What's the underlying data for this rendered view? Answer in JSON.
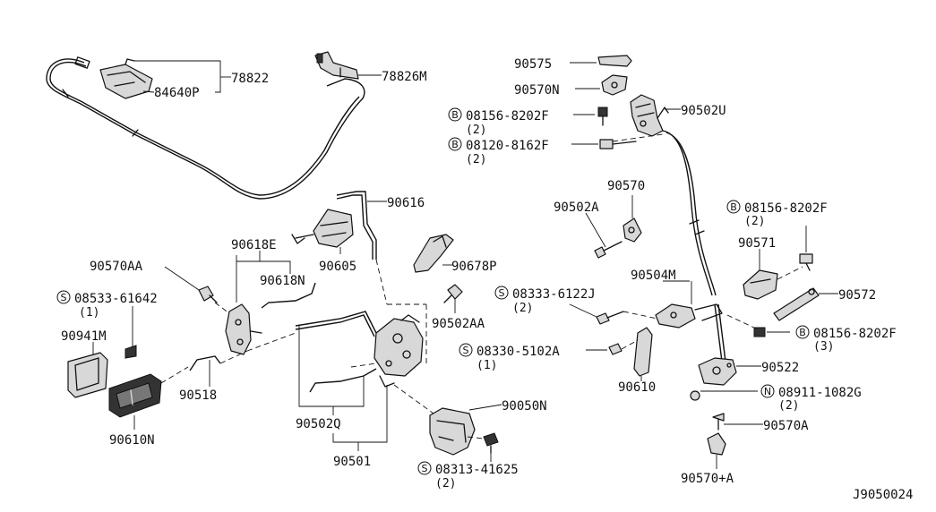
{
  "callouts": {
    "p78822": "78822",
    "p84640P": "84640P",
    "p78826M": "78826M",
    "p90575": "90575",
    "p90570N": "90570N",
    "p90502U": "90502U",
    "b08156_8202F_a": "08156-8202F",
    "b08156_8202F_a_qty": "(2)",
    "b08120_8162F": "08120-8162F",
    "b08120_8162F_qty": "(2)",
    "p90616": "90616",
    "p90570": "90570",
    "p90502A": "90502A",
    "b08156_8202F_b": "08156-8202F",
    "b08156_8202F_b_qty": "(2)",
    "p90618E": "90618E",
    "p90605": "90605",
    "p90678P": "90678P",
    "p90571": "90571",
    "p90570AA": "90570AA",
    "p90618N": "90618N",
    "p90504M": "90504M",
    "p90572": "90572",
    "s08533_61642": "08533-61642",
    "s08533_61642_qty": "(1)",
    "s08333_6122J": "08333-6122J",
    "s08333_6122J_qty": "(2)",
    "p90502AA": "90502AA",
    "b08156_8202F_c": "08156-8202F",
    "b08156_8202F_c_qty": "(3)",
    "p90941M": "90941M",
    "s08330_5102A": "08330-5102A",
    "s08330_5102A_qty": "(1)",
    "p90522": "90522",
    "p90610": "90610",
    "n08911_1082G": "08911-1082G",
    "n08911_1082G_qty": "(2)",
    "p90518": "90518",
    "p90050N": "90050N",
    "p90610N": "90610N",
    "p90502Q": "90502Q",
    "p90570A": "90570A",
    "p90501": "90501",
    "s08313_41625": "08313-41625",
    "s08313_41625_qty": "(2)",
    "p90570pA": "90570+A"
  },
  "badges": {
    "bolt": "B",
    "screw": "S",
    "nut": "N"
  },
  "diagram_code": "J9050024"
}
